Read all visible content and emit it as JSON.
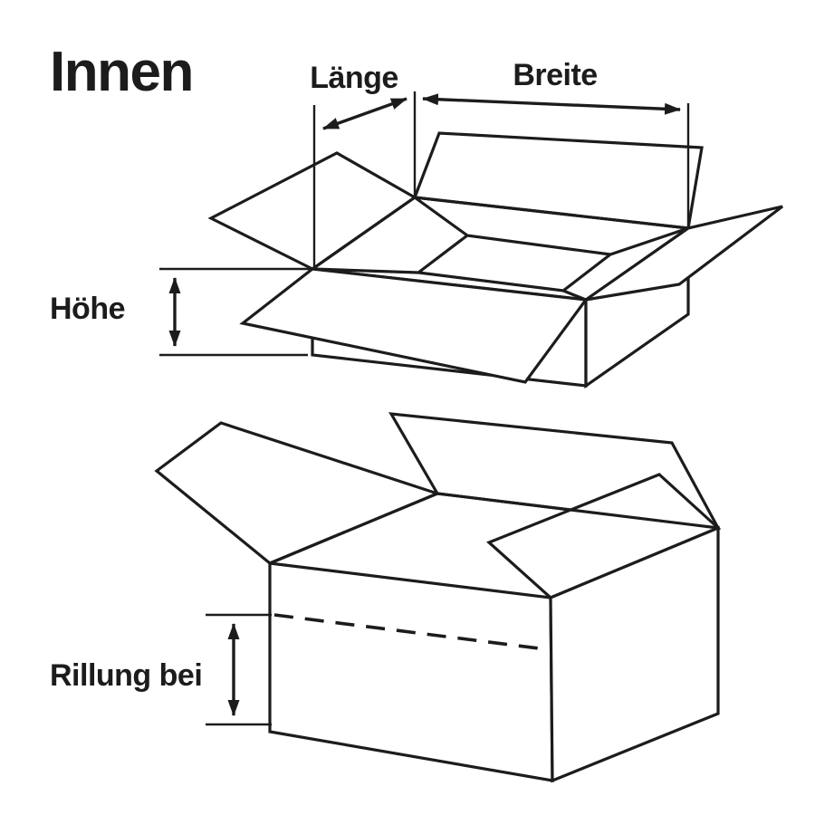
{
  "colors": {
    "background": "#ffffff",
    "line": "#1c1c1c"
  },
  "labels": {
    "title": "Innen",
    "laenge": "Länge",
    "breite": "Breite",
    "hoehe": "Höhe",
    "rillung": "Rillung bei"
  }
}
